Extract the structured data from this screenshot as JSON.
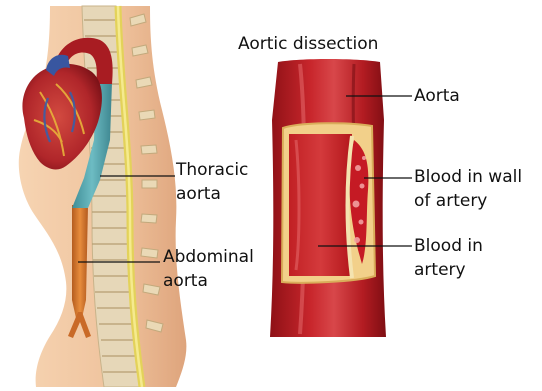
{
  "diagram": {
    "title": "Aortic dissection",
    "labels": {
      "thoracic": [
        "Thoracic",
        "aorta"
      ],
      "abdominal": [
        "Abdominal",
        "aorta"
      ],
      "aorta": "Aorta",
      "blood_in_wall": [
        "Blood in wall",
        "of artery"
      ],
      "blood_in_artery": [
        "Blood in",
        "artery"
      ]
    }
  },
  "colors": {
    "skin": "#eec09a",
    "aorta_red": "#b01c22",
    "thoracic": "#58a8b0",
    "abdominal": "#d87a2c",
    "spine_cord": "#e8d86a",
    "vertebra": "#e9dcc0"
  }
}
